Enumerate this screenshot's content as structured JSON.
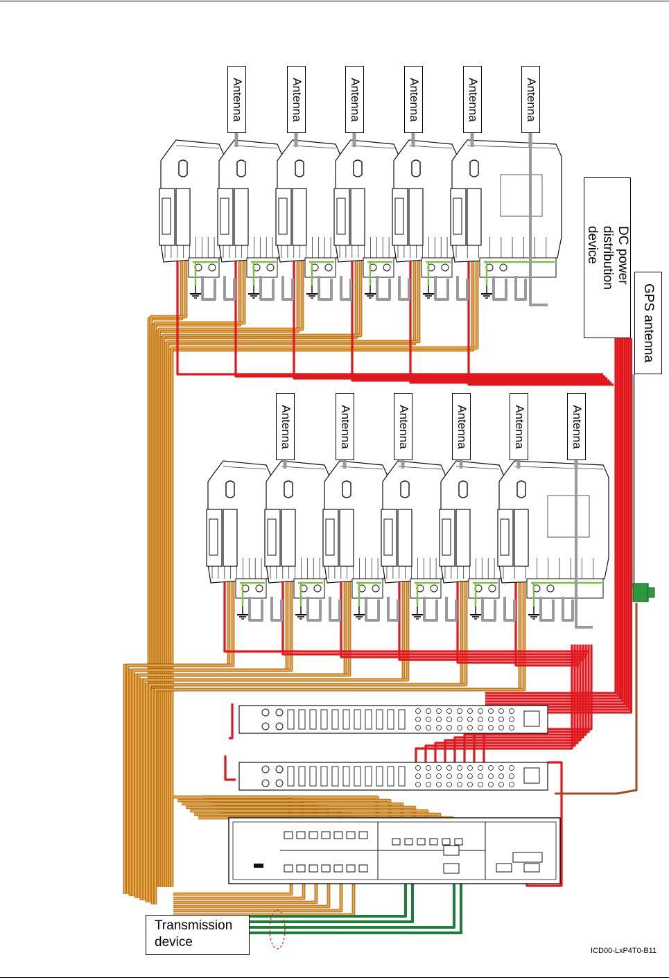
{
  "labels": {
    "antenna": "Antenna",
    "dc_power": "DC power distribution\ndevice",
    "gps": "GPS antenna",
    "transmission": "Transmission\ndevice",
    "figure_id": "ICD00-LxP4T0-B11"
  },
  "colors": {
    "power_cable": "#e0181e",
    "fiber_cable": "#f0a23b",
    "transmission_cable": "#1f7d3a",
    "gps_cable": "#9a9a9a",
    "clock_cable": "#a24a22",
    "ground_cable": "#7fbf3f"
  }
}
